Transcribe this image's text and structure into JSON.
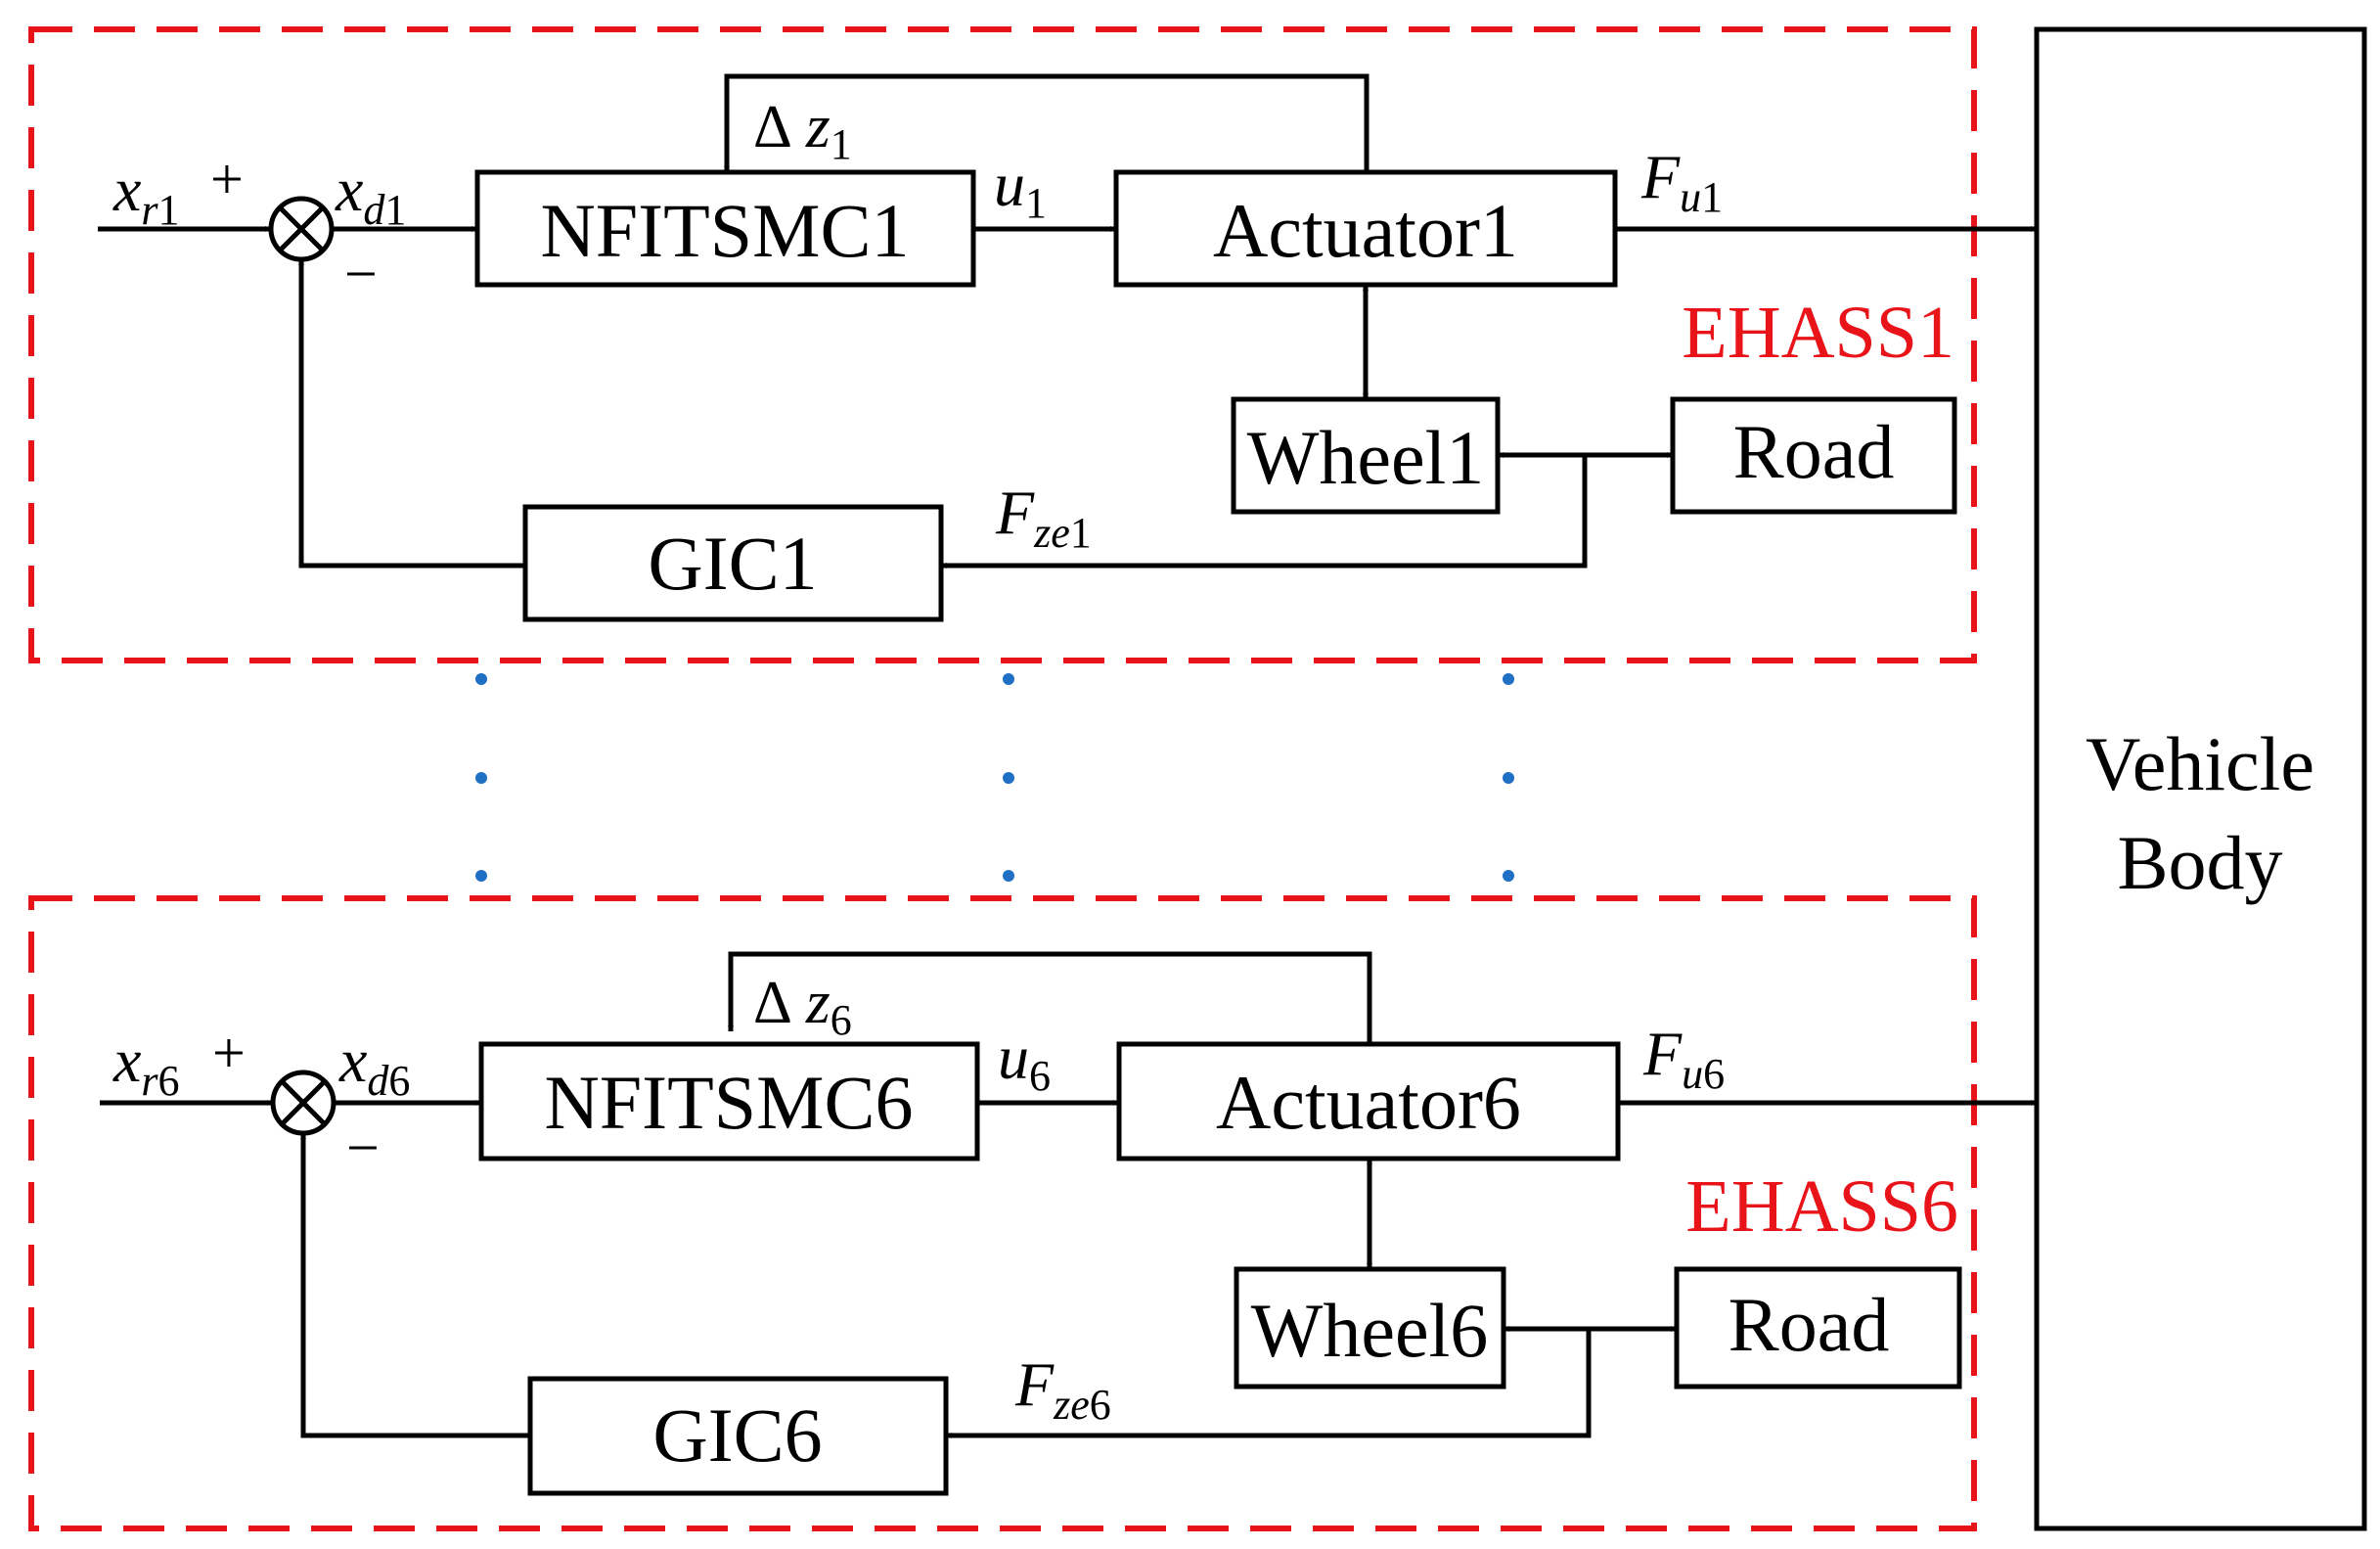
{
  "subsystems": [
    {
      "label": "EHASS1",
      "controller": "NFITSMC1",
      "actuator": "Actuator1",
      "wheel": "Wheel1",
      "road": "Road",
      "gic": "GIC1",
      "signals": {
        "xr": {
          "base": "x",
          "sub_italic": "r",
          "sub_num": "1"
        },
        "xd": {
          "base": "x",
          "sub_italic": "d",
          "sub_num": "1"
        },
        "u": {
          "base": "u",
          "sub_num": "1"
        },
        "dz": {
          "delta": "Δ",
          "base": "z",
          "sub_num": "1"
        },
        "fu": {
          "base": "F",
          "sub_italic": "u",
          "sub_num": "1"
        },
        "fze": {
          "base": "F",
          "sub_italic": "ze",
          "sub_num": "1"
        }
      }
    },
    {
      "label": "EHASS6",
      "controller": "NFITSMC6",
      "actuator": "Actuator6",
      "wheel": "Wheel6",
      "road": "Road",
      "gic": "GIC6",
      "signals": {
        "xr": {
          "base": "x",
          "sub_italic": "r",
          "sub_num": "6"
        },
        "xd": {
          "base": "x",
          "sub_italic": "d",
          "sub_num": "6"
        },
        "u": {
          "base": "u",
          "sub_num": "6"
        },
        "dz": {
          "delta": "Δ",
          "base": "z",
          "sub_num": "6"
        },
        "fu": {
          "base": "F",
          "sub_italic": "u",
          "sub_num": "6"
        },
        "fze": {
          "base": "F",
          "sub_italic": "ze",
          "sub_num": "6"
        }
      }
    }
  ],
  "summing_junction": {
    "plus": "+",
    "minus": "−"
  },
  "vehicle_body": {
    "line1": "Vehicle",
    "line2": "Body"
  },
  "colors": {
    "subsystem_border": "#e8141a",
    "ellipsis_dots": "#1f6fc5",
    "lines": "#000000"
  }
}
